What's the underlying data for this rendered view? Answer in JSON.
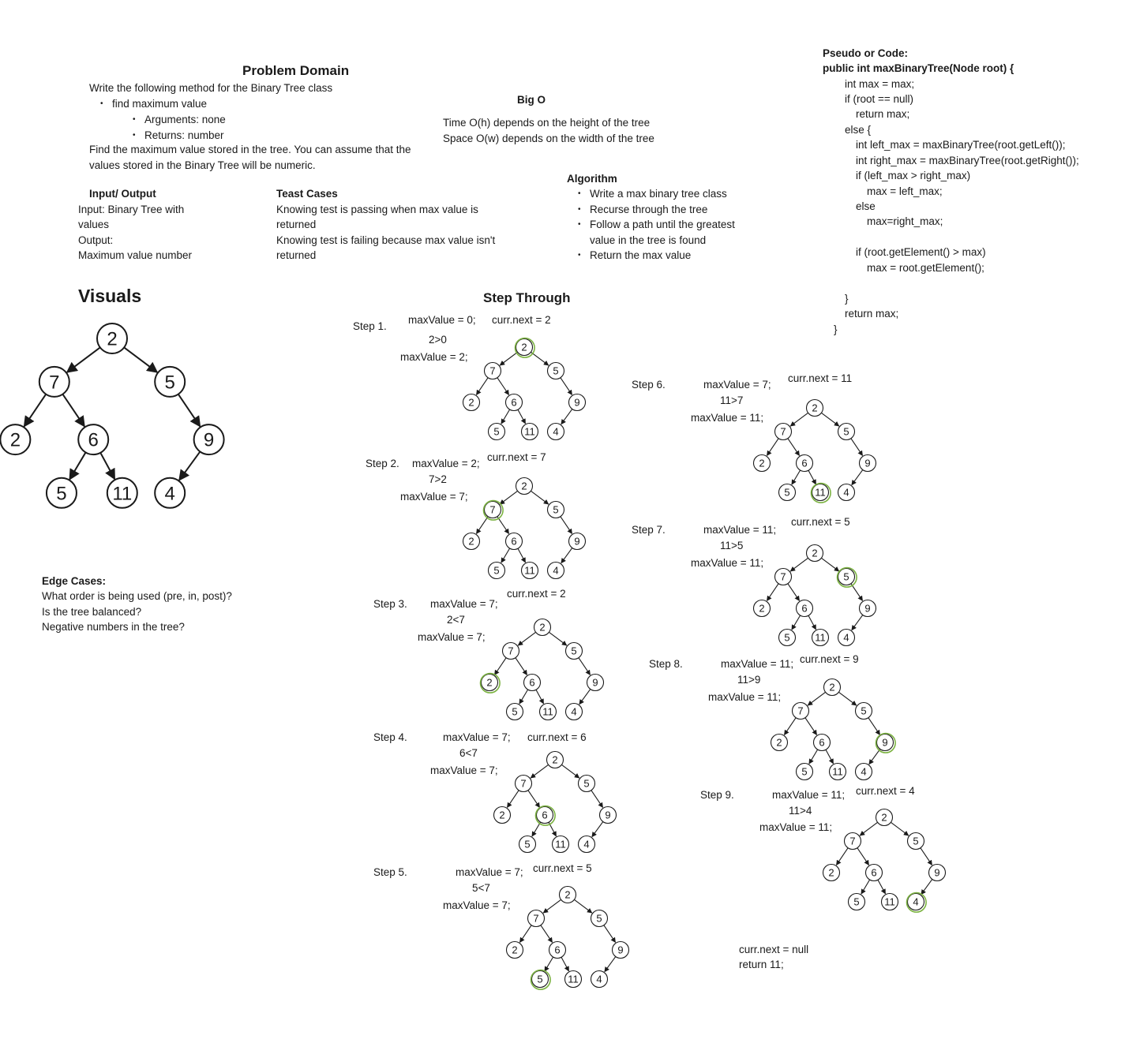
{
  "problem_domain": {
    "title": "Problem Domain",
    "intro": "Write the following method for the Binary Tree class",
    "bullet": "find maximum value",
    "sub_bullets": [
      "Arguments: none",
      "Returns: number"
    ],
    "desc_line1": "Find the maximum value stored in the tree. You can assume that the",
    "desc_line2": "values stored in the Binary Tree will be numeric."
  },
  "big_o": {
    "title": "Big O",
    "time": "Time O(h) depends on the height of the tree",
    "space": "Space O(w) depends on the width of the tree"
  },
  "io": {
    "title": "Input/ Output",
    "lines": [
      "Input: Binary Tree with",
      "values",
      "Output:",
      "Maximum value number"
    ]
  },
  "test_cases": {
    "title": "Teast Cases",
    "lines": [
      "Knowing test is passing when max value is",
      "returned",
      "Knowing test is failing because max value isn't",
      "returned"
    ]
  },
  "algorithm": {
    "title": "Algorithm",
    "items": [
      "Write a max binary tree class",
      "Recurse through the tree",
      "Follow a path until the greatest",
      "value in the tree is found",
      "Return the max value"
    ]
  },
  "code": {
    "title": "Pseudo or Code:",
    "signature": "public int maxBinaryTree(Node root) {",
    "lines": [
      "int max = max;",
      "if (root == null)",
      "return max;",
      "else {",
      "int left_max = maxBinaryTree(root.getLeft());",
      "int right_max = maxBinaryTree(root.getRight());",
      "if (left_max > right_max)",
      "max = left_max;",
      "else",
      "max=right_max;",
      "if (root.getElement() > max)",
      "max = root.getElement();",
      "}",
      "return max;",
      "}"
    ]
  },
  "visuals": {
    "title": "Visuals"
  },
  "step_through": {
    "title": "Step Through"
  },
  "edge_cases": {
    "title": "Edge Cases:",
    "lines": [
      "What order is being used (pre, in, post)?",
      "Is the tree balanced?",
      "Negative numbers in the tree?"
    ]
  },
  "tree_values": [
    "2",
    "7",
    "5",
    "2",
    "6",
    "9",
    "5",
    "11",
    "4"
  ],
  "highlight_color": "#7cb342",
  "steps": [
    {
      "label": "Step 1.",
      "a": "maxValue = 0;",
      "cmp": "2>0",
      "b": "maxValue = 2;",
      "next": "curr.next = 2",
      "hl": 0
    },
    {
      "label": "Step 2.",
      "a": "maxValue = 2;",
      "cmp": "7>2",
      "b": "maxValue = 7;",
      "next": "curr.next = 7",
      "hl": 1
    },
    {
      "label": "Step 3.",
      "a": "maxValue = 7;",
      "cmp": "2<7",
      "b": "maxValue = 7;",
      "next": "curr.next = 2",
      "hl": 3
    },
    {
      "label": "Step 4.",
      "a": "maxValue = 7;",
      "cmp": "6<7",
      "b": "maxValue = 7;",
      "next": "curr.next = 6",
      "hl": 4
    },
    {
      "label": "Step 5.",
      "a": "maxValue = 7;",
      "cmp": "5<7",
      "b": "maxValue = 7;",
      "next": "curr.next = 5",
      "hl": 6
    },
    {
      "label": "Step 6.",
      "a": "maxValue = 7;",
      "cmp": "11>7",
      "b": "maxValue = 11;",
      "next": "curr.next = 11",
      "hl": 7
    },
    {
      "label": "Step 7.",
      "a": "maxValue = 11;",
      "cmp": "11>5",
      "b": "maxValue = 11;",
      "next": "curr.next = 5",
      "hl": 2
    },
    {
      "label": "Step 8.",
      "a": "maxValue = 11;",
      "cmp": "11>9",
      "b": "maxValue = 11;",
      "next": "curr.next = 9",
      "hl": 5
    },
    {
      "label": "Step 9.",
      "a": "maxValue = 11;",
      "cmp": "11>4",
      "b": "maxValue = 11;",
      "next": "curr.next = 4",
      "hl": 8
    }
  ],
  "final": {
    "next": "curr.next = null",
    "result": "return 11;"
  }
}
